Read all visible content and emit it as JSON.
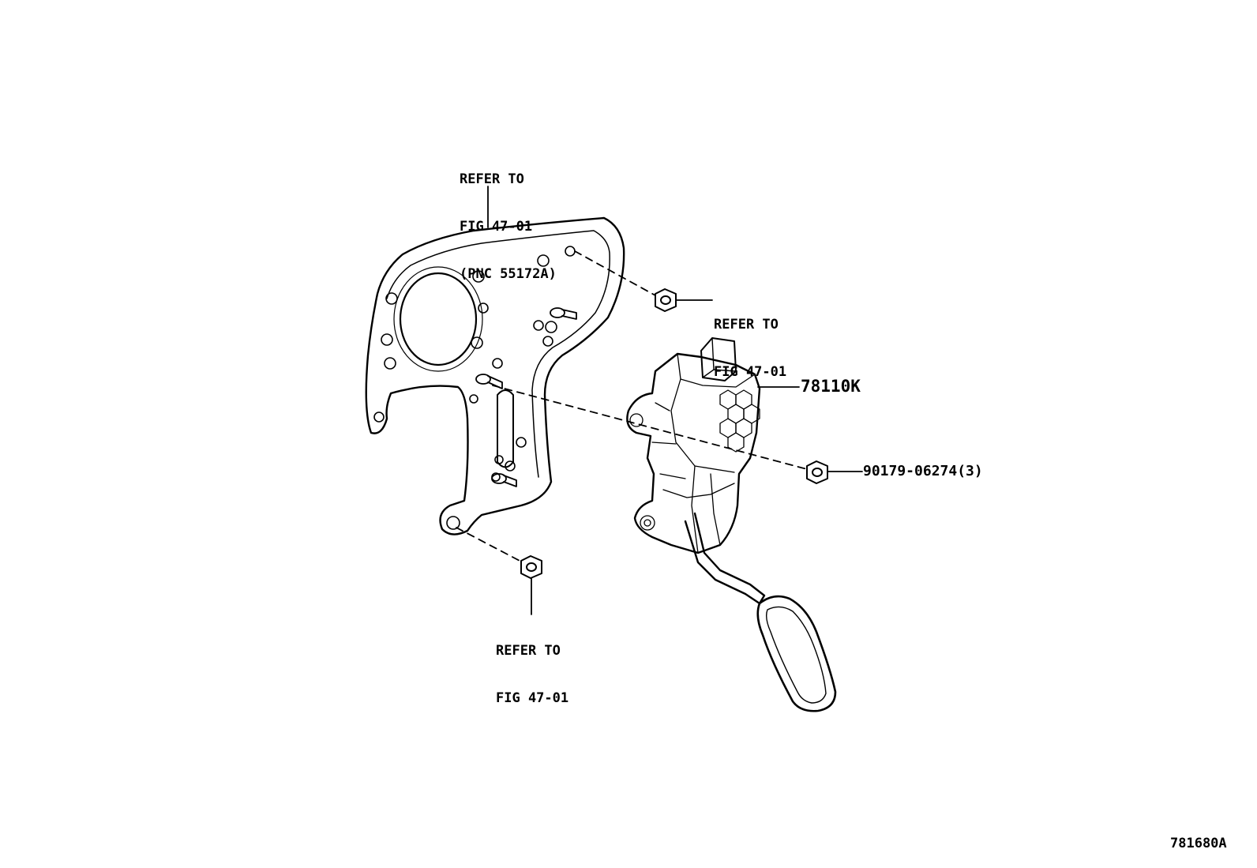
{
  "colors": {
    "line": "#000000",
    "background": "#ffffff"
  },
  "callouts": {
    "bracket_ref": {
      "lines": [
        "REFER TO",
        "FIG 47-01",
        "(PNC 55172A)"
      ]
    },
    "top_nut_ref": {
      "lines": [
        "REFER TO",
        "FIG 47-01"
      ]
    },
    "bottom_nut_ref": {
      "lines": [
        "REFER TO",
        "FIG 47-01"
      ]
    },
    "pedal_part": {
      "text": "78110K"
    },
    "nut_part": {
      "text": "90179-06274(3)"
    },
    "illustration_id": {
      "text": "781680A"
    }
  }
}
